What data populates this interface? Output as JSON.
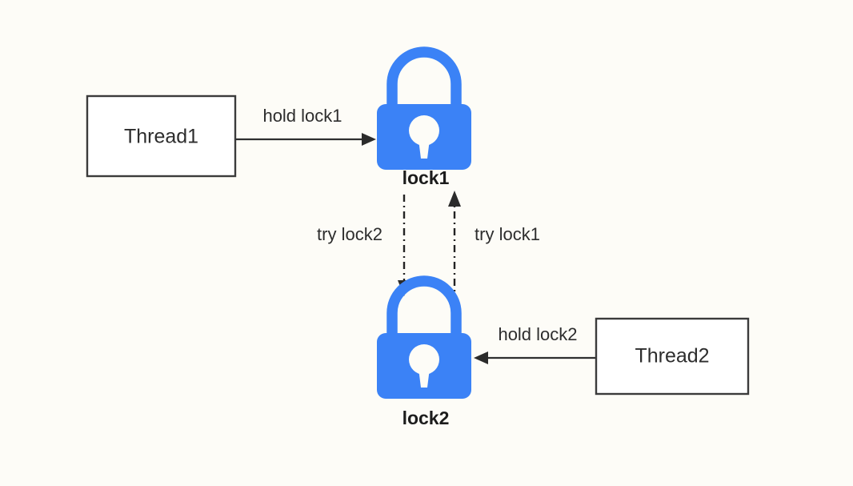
{
  "diagram": {
    "title": "Deadlock between two threads holding and waiting on two locks",
    "background_color": "#fdfcf7",
    "lock_color": "#3b82f6",
    "line_color": "#2f2f2f",
    "text_color": "#2d2d2d"
  },
  "nodes": {
    "thread1": {
      "label": "Thread1"
    },
    "thread2": {
      "label": "Thread2"
    },
    "lock1": {
      "caption": "lock1",
      "icon": "padlock-icon"
    },
    "lock2": {
      "caption": "lock2",
      "icon": "padlock-icon"
    }
  },
  "edges": [
    {
      "id": "hold-lock1",
      "label": "hold lock1",
      "from": "Thread1",
      "to": "lock1",
      "style": "solid",
      "direction": "right"
    },
    {
      "id": "try-lock2",
      "label": "try lock2",
      "from": "lock1",
      "to": "lock2",
      "style": "dash-dot",
      "direction": "down"
    },
    {
      "id": "try-lock1",
      "label": "try lock1",
      "from": "lock2",
      "to": "lock1",
      "style": "dash-dot",
      "direction": "up"
    },
    {
      "id": "hold-lock2",
      "label": "hold lock2",
      "from": "Thread2",
      "to": "lock2",
      "style": "solid",
      "direction": "left"
    }
  ]
}
